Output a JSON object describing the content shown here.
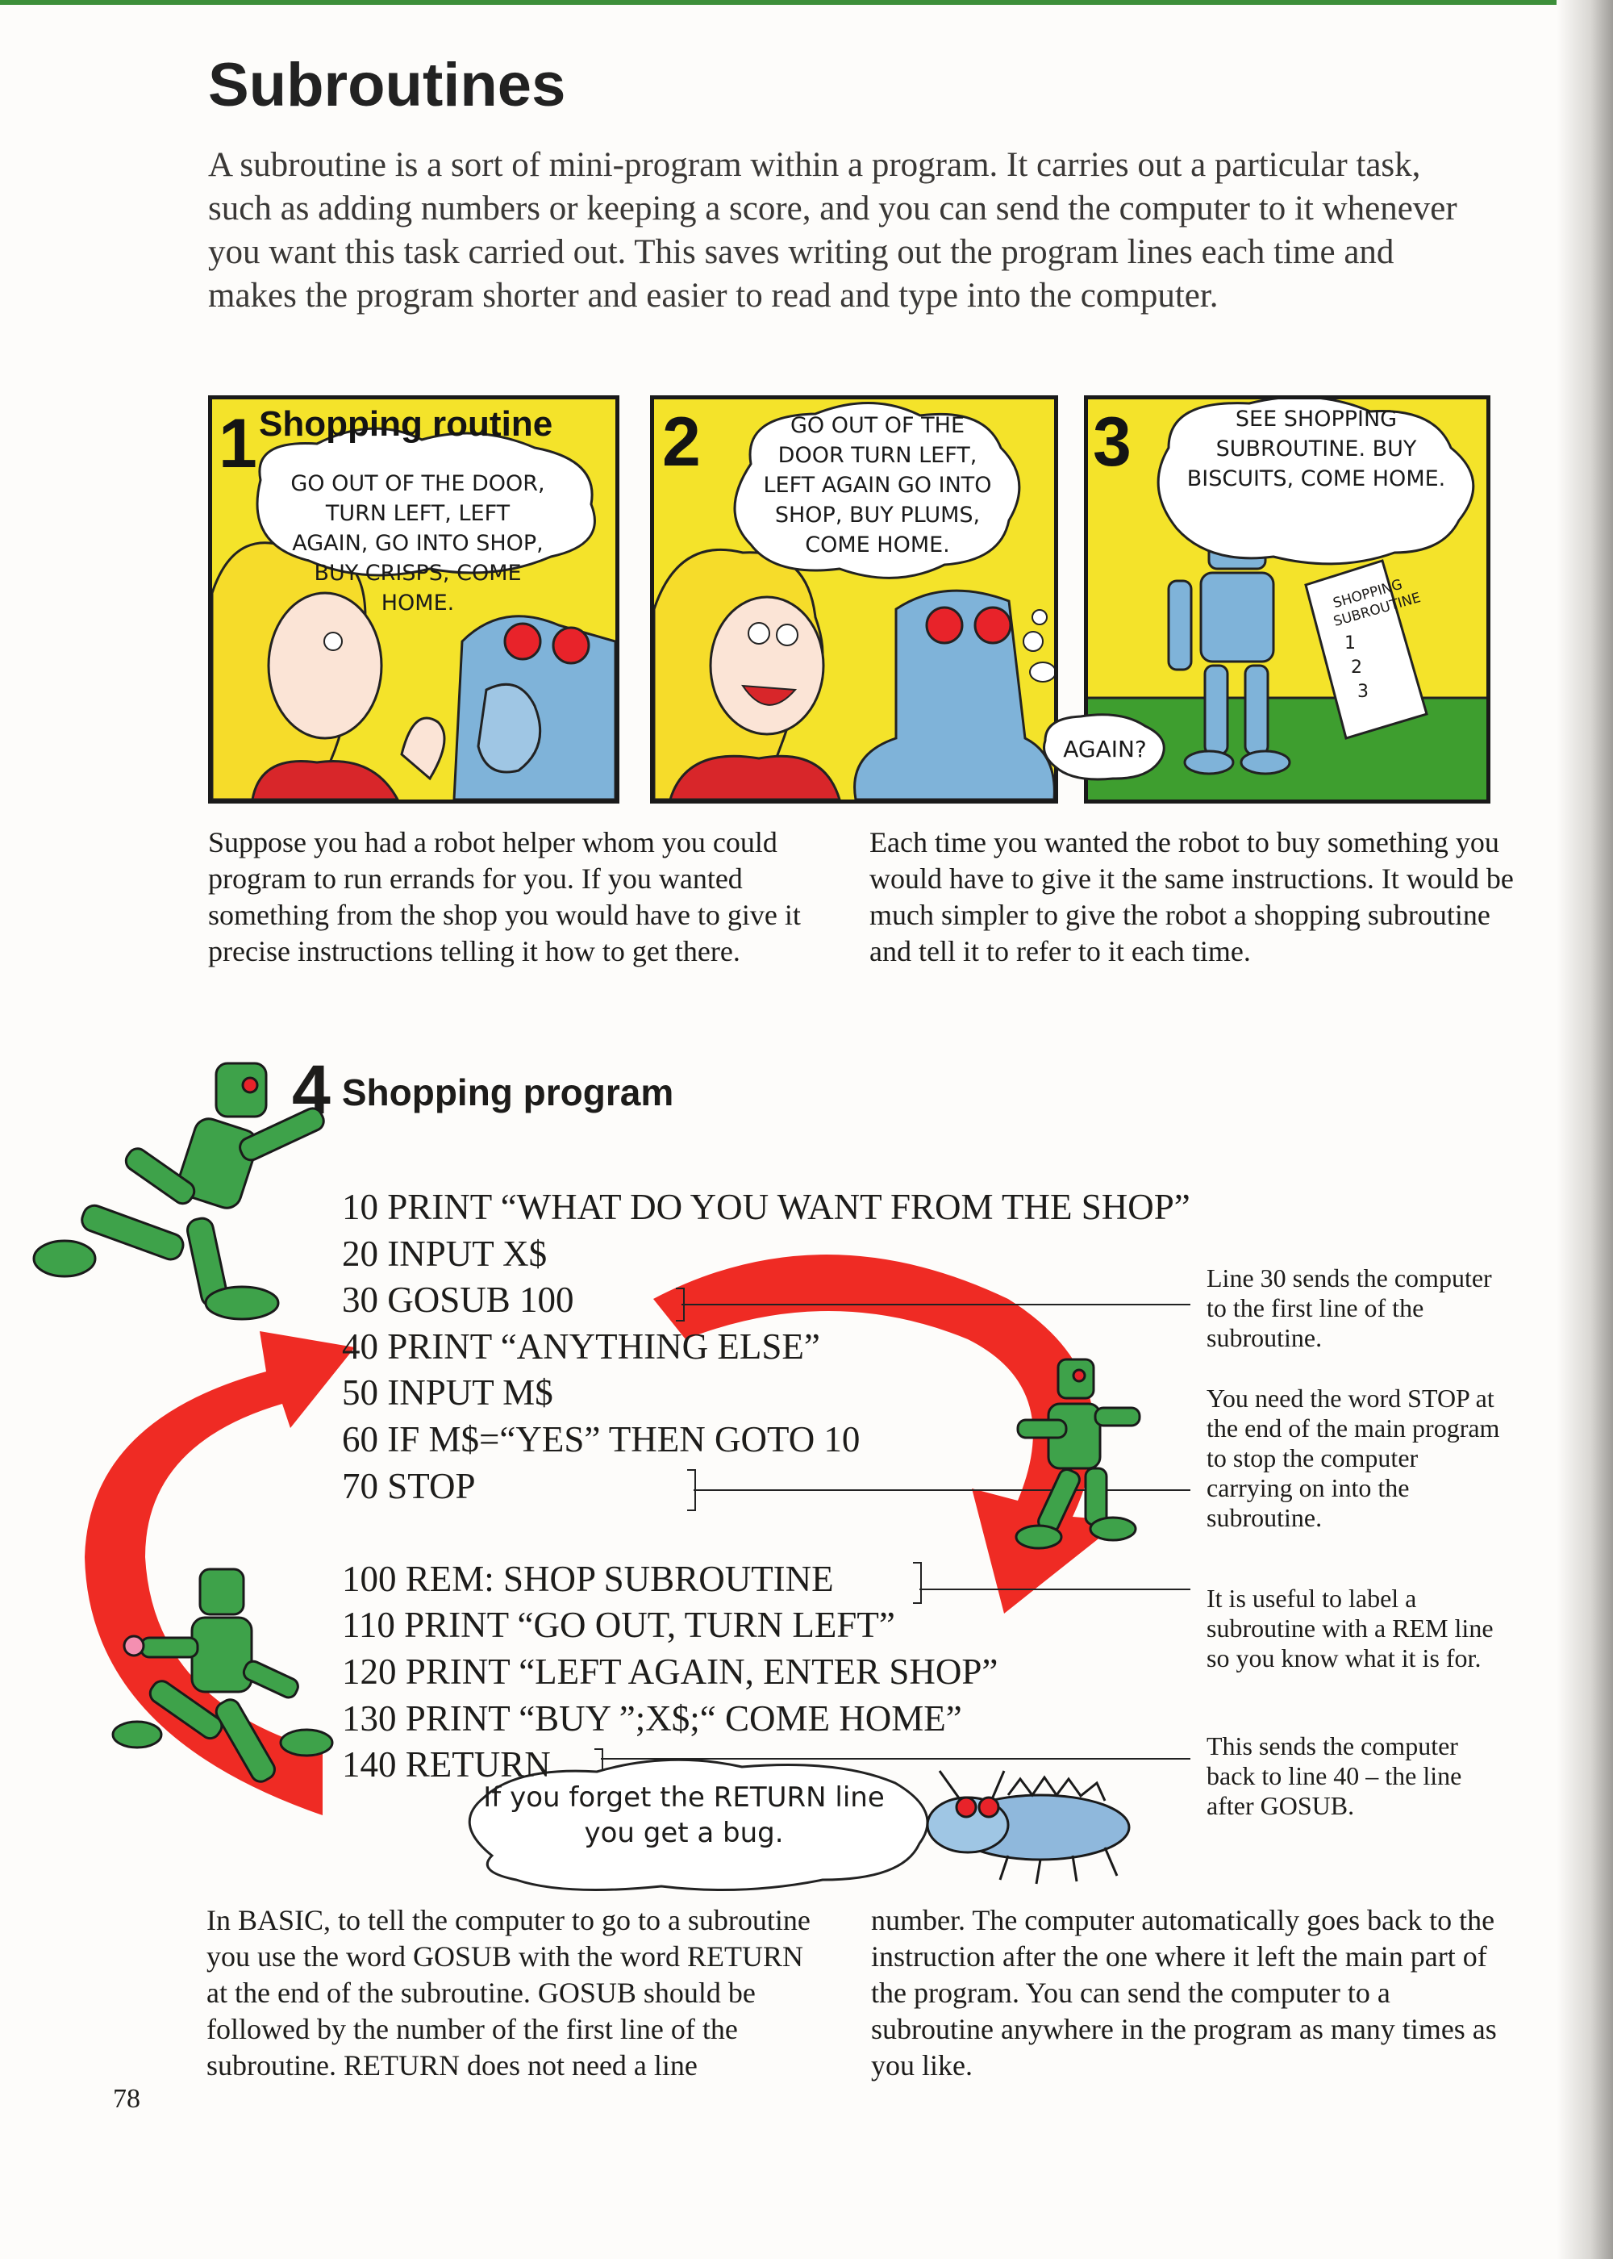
{
  "page": {
    "title": "Subroutines",
    "intro": "A subroutine is a sort of mini-program within a program. It carries out a particular task, such as adding numbers or keeping a score, and you can send the computer to it whenever you want this task carried out. This saves writing out the program lines each time and makes the program shorter and easier to read and type into the computer.",
    "page_number": "78"
  },
  "panels": [
    {
      "number": "1",
      "title": "Shopping routine",
      "speech": "GO OUT OF THE DOOR, TURN LEFT, LEFT AGAIN, GO INTO SHOP, BUY CRISPS, COME HOME."
    },
    {
      "number": "2",
      "speech": "GO OUT OF THE DOOR TURN LEFT, LEFT AGAIN GO INTO SHOP, BUY PLUMS, COME HOME.",
      "thought": "AGAIN?"
    },
    {
      "number": "3",
      "speech": "SEE SHOPPING SUBROUTINE. BUY BISCUITS, COME HOME.",
      "sheet_title": "SHOPPING SUBROUTINE",
      "sheet_items": [
        "1",
        "2",
        "3"
      ]
    }
  ],
  "captions": {
    "left": "Suppose you had a robot helper whom you could program to run errands for you. If you wanted something from the shop you would have to give it precise instructions telling it how to get there.",
    "right": "Each time you wanted the robot to buy something you would have to give it the same instructions. It would be much simpler to give the robot a shopping subroutine and tell it to refer to it each time."
  },
  "section4": {
    "number": "4",
    "title": "Shopping program"
  },
  "program": {
    "main": [
      "10 PRINT “WHAT DO YOU WANT FROM THE SHOP”",
      "20 INPUT X$",
      "30 GOSUB 100",
      "40 PRINT “ANYTHING ELSE”",
      "50 INPUT M$",
      "60 IF M$=“YES” THEN GOTO 10",
      "70 STOP"
    ],
    "subroutine": [
      "100 REM: SHOP SUBROUTINE",
      "110 PRINT “GO OUT, TURN LEFT”",
      "120 PRINT “LEFT AGAIN, ENTER SHOP”",
      "130 PRINT “BUY ”;X$;“ COME HOME”",
      "140 RETURN"
    ]
  },
  "notes": [
    "Line 30 sends the computer to the first line of the subroutine.",
    "You need the word STOP at the end of the main program to stop the computer carrying on into the subroutine.",
    "It is useful to label a subroutine with a REM line so you know what it is for.",
    "This sends the computer back to line 40 – the line after GOSUB."
  ],
  "bug_note": "If you forget the RETURN line you get a bug.",
  "bottom_text": {
    "left": "In BASIC, to tell the computer to go to a subroutine you use the word GOSUB with the word RETURN at the end of the subroutine. GOSUB should be followed by the number of the first line of the subroutine. RETURN does not need a line",
    "right": "number. The computer automatically goes back to the instruction after the one where it left the main part of the program. You can send the computer to a subroutine anywhere in the program as many times as you like."
  },
  "colors": {
    "panel_yellow": "#f4e32a",
    "arrow_red": "#ef2b24",
    "robot_green": "#3ea24a",
    "robot_blue": "#7fb3d9",
    "grass_green": "#3e9e2f"
  }
}
